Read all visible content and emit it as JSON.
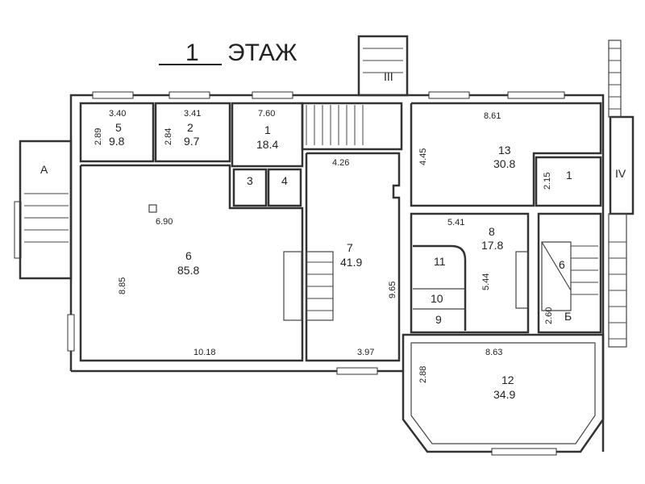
{
  "title": {
    "number": "1",
    "label": "ЭТАЖ"
  },
  "rooms": {
    "r5": {
      "num": "5",
      "area": "9.8",
      "w": "3.40",
      "h": "2.89"
    },
    "r2": {
      "num": "2",
      "area": "9.7",
      "w": "3.41",
      "h": "2.84"
    },
    "r1": {
      "num": "1",
      "area": "18.4",
      "w": "7.60"
    },
    "r3": {
      "num": "3"
    },
    "r4": {
      "num": "4"
    },
    "r6": {
      "num": "6",
      "area": "85.8",
      "w": "6.90",
      "h": "8.85",
      "w2": "10.18"
    },
    "r7": {
      "num": "7",
      "area": "41.9",
      "w": "4.26",
      "h": "9.65",
      "w2": "3.97"
    },
    "r13": {
      "num": "13",
      "area": "30.8",
      "w": "8.61",
      "h": "4.45"
    },
    "r1b": {
      "num": "1",
      "h": "2.15"
    },
    "r8": {
      "num": "8",
      "area": "17.8",
      "w": "5.41",
      "h": "5.44"
    },
    "r9": {
      "num": "9"
    },
    "r10": {
      "num": "10"
    },
    "r11": {
      "num": "11"
    },
    "r6b": {
      "num": "6",
      "h": "2.60"
    },
    "r12": {
      "num": "12",
      "area": "34.9",
      "w": "8.63",
      "h": "2.88"
    }
  },
  "stairs": {
    "a": "А",
    "b": "Б",
    "iii": "III",
    "iv": "IV"
  }
}
